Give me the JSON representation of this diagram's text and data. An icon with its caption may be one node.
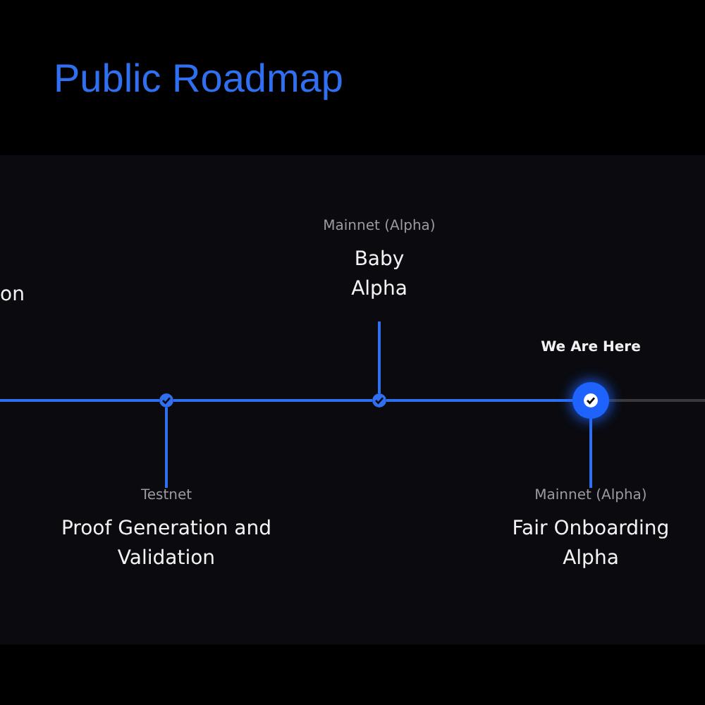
{
  "diagram": {
    "title": "Public Roadmap",
    "nodes": [
      {
        "text": [
          "Testnet",
          "Proof Generation and Validation"
        ]
      },
      {
        "text": [
          "Mainnet (Alpha)",
          "Baby Alpha"
        ]
      },
      {
        "text": [
          "Mainnet (Alpha)",
          "Fair Onboarding Alpha"
        ]
      },
      {
        "text": [],
        "shape": "circle"
      },
      {
        "text": [],
        "shape": "circle"
      },
      {
        "text": [],
        "shape": "circle"
      }
    ],
    "edges": [
      {
        "from": null,
        "to": 3,
        "arrow": "none"
      },
      {
        "from": 3,
        "to": 4,
        "arrow": "none"
      },
      {
        "from": 4,
        "to": 5,
        "arrow": "none"
      },
      {
        "from": 5,
        "to": null,
        "arrow": "none",
        "color": "#3a3a3a"
      },
      {
        "from": 3,
        "to": 0,
        "arrow": "none"
      },
      {
        "from": 4,
        "to": 1,
        "arrow": "none"
      },
      {
        "from": 5,
        "to": 2,
        "arrow": "none"
      }
    ],
    "labels": [
      "on",
      "We Are Here"
    ]
  }
}
